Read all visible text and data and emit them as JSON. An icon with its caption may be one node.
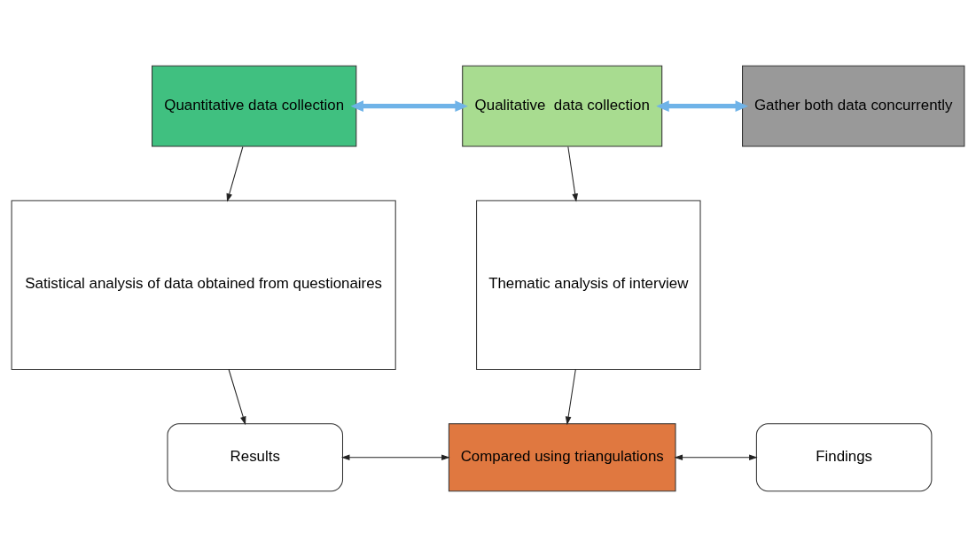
{
  "diagram": {
    "nodes": [
      {
        "text": [
          "Quantitative data collection"
        ]
      },
      {
        "text": [
          "Qualitative  data collection"
        ]
      },
      {
        "text": [
          "Gather both data concurrently"
        ]
      },
      {
        "text": [
          "Satistical analysis of data obtained from questionaires"
        ]
      },
      {
        "text": [
          "Thematic analysis of interview"
        ]
      },
      {
        "text": [
          "Results"
        ]
      },
      {
        "text": [
          "Compared using triangulations"
        ]
      },
      {
        "text": [
          "Findings"
        ]
      }
    ],
    "edges": [
      {
        "from": 0,
        "to": 1,
        "arrow": "both",
        "style": "thick",
        "color": "#6fb3e8"
      },
      {
        "from": 1,
        "to": 2,
        "arrow": "both",
        "style": "thick",
        "color": "#6fb3e8"
      },
      {
        "from": 0,
        "to": 3,
        "arrow": "to"
      },
      {
        "from": 1,
        "to": 4,
        "arrow": "to"
      },
      {
        "from": 3,
        "to": 5,
        "arrow": "to"
      },
      {
        "from": 4,
        "to": 6,
        "arrow": "to"
      },
      {
        "from": 5,
        "to": 6,
        "arrow": "both"
      },
      {
        "from": 6,
        "to": 7,
        "arrow": "both"
      }
    ]
  }
}
